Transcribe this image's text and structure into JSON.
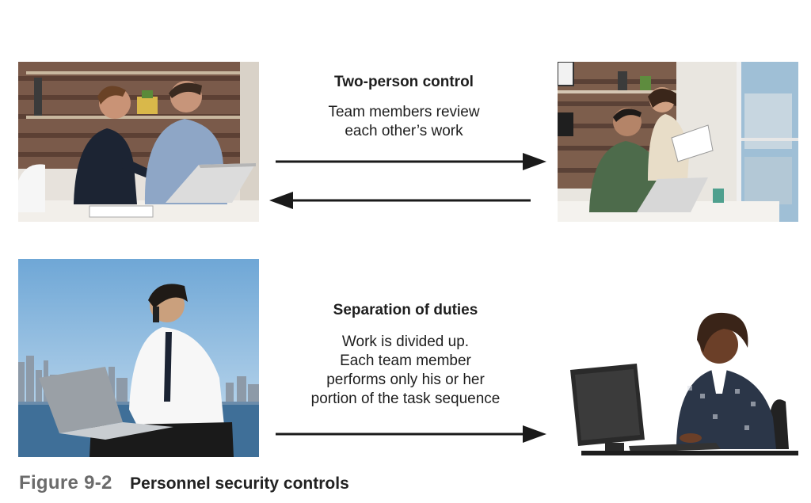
{
  "top_section": {
    "title": "Two-person control",
    "lines": [
      "Team members review",
      "each other’s work"
    ]
  },
  "bottom_section": {
    "title": "Separation of duties",
    "lines": [
      "Work is divided up.",
      "Each team member",
      "performs only his or her",
      "portion of the task sequence"
    ]
  },
  "photos": {
    "top_left": "photo-two-people-at-laptop",
    "top_right": "photo-colleague-reviewing-work",
    "bottom_left": "photo-man-laptop-waterfront",
    "bottom_right": "photo-woman-at-computer"
  },
  "figure": {
    "label": "Figure 9-2",
    "title": "Personnel security controls"
  },
  "colors": {
    "arrow": "#1a1a1a",
    "figure_label": "#6b6b6b"
  }
}
